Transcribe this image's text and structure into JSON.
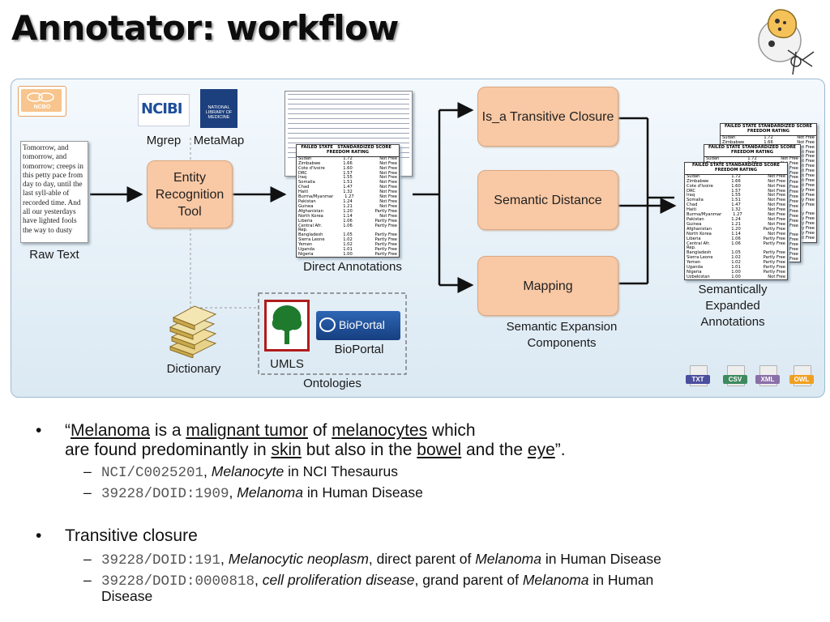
{
  "title": "Annotator: workflow",
  "diagram": {
    "ncbo_logo_text": "NCBO",
    "raw_text_sample": "Tomorrow, and tomorrow, and tomorrow; creeps in this petty pace from day to day, until the last syll-able of recorded time. And all our yesterdays have lighted fools the way to dusty",
    "raw_text_label": "Raw Text",
    "ncibi_logo": "NCIBI",
    "nlm_logo": "NATIONAL LIBRARY OF MEDICINE",
    "mgrep_label": "Mgrep",
    "metamap_label": "MetaMap",
    "entity_box": "Entity Recognition Tool",
    "direct_annotations_label": "Direct Annotations",
    "dictionary_label": "Dictionary",
    "umls_label": "UMLS",
    "bioportal_logo": "BioPortal",
    "bioportal_label": "BioPortal",
    "ontologies_label": "Ontologies",
    "is_a_box": "Is_a Transitive Closure",
    "semantic_distance_box": "Semantic Distance",
    "mapping_box": "Mapping",
    "semantic_expansion_label": "Semantic Expansion Components",
    "semantically_expanded_label": "Semantically Expanded Annotations",
    "formats": [
      {
        "label": "TXT",
        "color": "#4a4e9e"
      },
      {
        "label": "CSV",
        "color": "#3e8a5e"
      },
      {
        "label": "XML",
        "color": "#8a6fa8"
      },
      {
        "label": "OWL",
        "color": "#f0a020"
      }
    ],
    "table_header": [
      "FAILED STATE",
      "STANDARDIZED SCORE",
      "FREEDOM RATING"
    ],
    "table_rows": [
      [
        "Sudan",
        "1.72",
        "Not Free"
      ],
      [
        "Zimbabwe",
        "1.66",
        "Not Free"
      ],
      [
        "Cote d'Ivoire",
        "1.60",
        "Not Free"
      ],
      [
        "DRC",
        "1.57",
        "Not Free"
      ],
      [
        "Iraq",
        "1.55",
        "Not Free"
      ],
      [
        "Somalia",
        "1.51",
        "Not Free"
      ],
      [
        "Chad",
        "1.47",
        "Not Free"
      ],
      [
        "Haiti",
        "1.32",
        "Not Free"
      ],
      [
        "Burma/Myanmar",
        "1.27",
        "Not Free"
      ],
      [
        "Pakistan",
        "1.24",
        "Not Free"
      ],
      [
        "Guinea",
        "1.21",
        "Not Free"
      ],
      [
        "Afghanistan",
        "1.20",
        "Partly Free"
      ],
      [
        "North Korea",
        "1.14",
        "Not Free"
      ],
      [
        "Liberia",
        "1.06",
        "Partly Free"
      ],
      [
        "Central Afr. Rep.",
        "1.06",
        "Partly Free"
      ],
      [
        "Bangladesh",
        "1.05",
        "Partly Free"
      ],
      [
        "Sierra Leone",
        "1.02",
        "Partly Free"
      ],
      [
        "Yemen",
        "1.02",
        "Partly Free"
      ],
      [
        "Uganda",
        "1.01",
        "Partly Free"
      ],
      [
        "Nigeria",
        "1.00",
        "Partly Free"
      ],
      [
        "Uzbekistan",
        "1.00",
        "Not Free"
      ]
    ]
  },
  "bullets": {
    "b1": {
      "quote_open": "“",
      "melanoma": "Melanoma",
      "is_a": " is a ",
      "malignant_tumor": "malignant tumor",
      "of": " of ",
      "melanocytes": "melanocytes",
      "which": " which",
      "line2_start": "are found predominantly in ",
      "skin": "skin",
      "but_also": " but also in the ",
      "bowel": "bowel",
      "and_the": " and the ",
      "eye": "eye",
      "close": "”."
    },
    "b1_sub1": {
      "code": "NCI/C0025201",
      "term": "Melanocyte",
      "rest": " in NCI Thesaurus"
    },
    "b1_sub2": {
      "code": "39228/DOID:1909",
      "term": "Melanoma",
      "rest": " in Human Disease"
    },
    "b2_text": "Transitive closure",
    "b2_sub1": {
      "code": "39228/DOID:191",
      "term": "Melanocytic neoplasm",
      "mid": ", direct parent of ",
      "term2": "Melanoma",
      "rest": " in Human Disease"
    },
    "b2_sub2": {
      "code": "39228/DOID:0000818",
      "term": "cell proliferation disease",
      "mid": ", grand parent of ",
      "term2": "Melanoma",
      "rest": " in Human",
      "line2": "Disease"
    }
  }
}
